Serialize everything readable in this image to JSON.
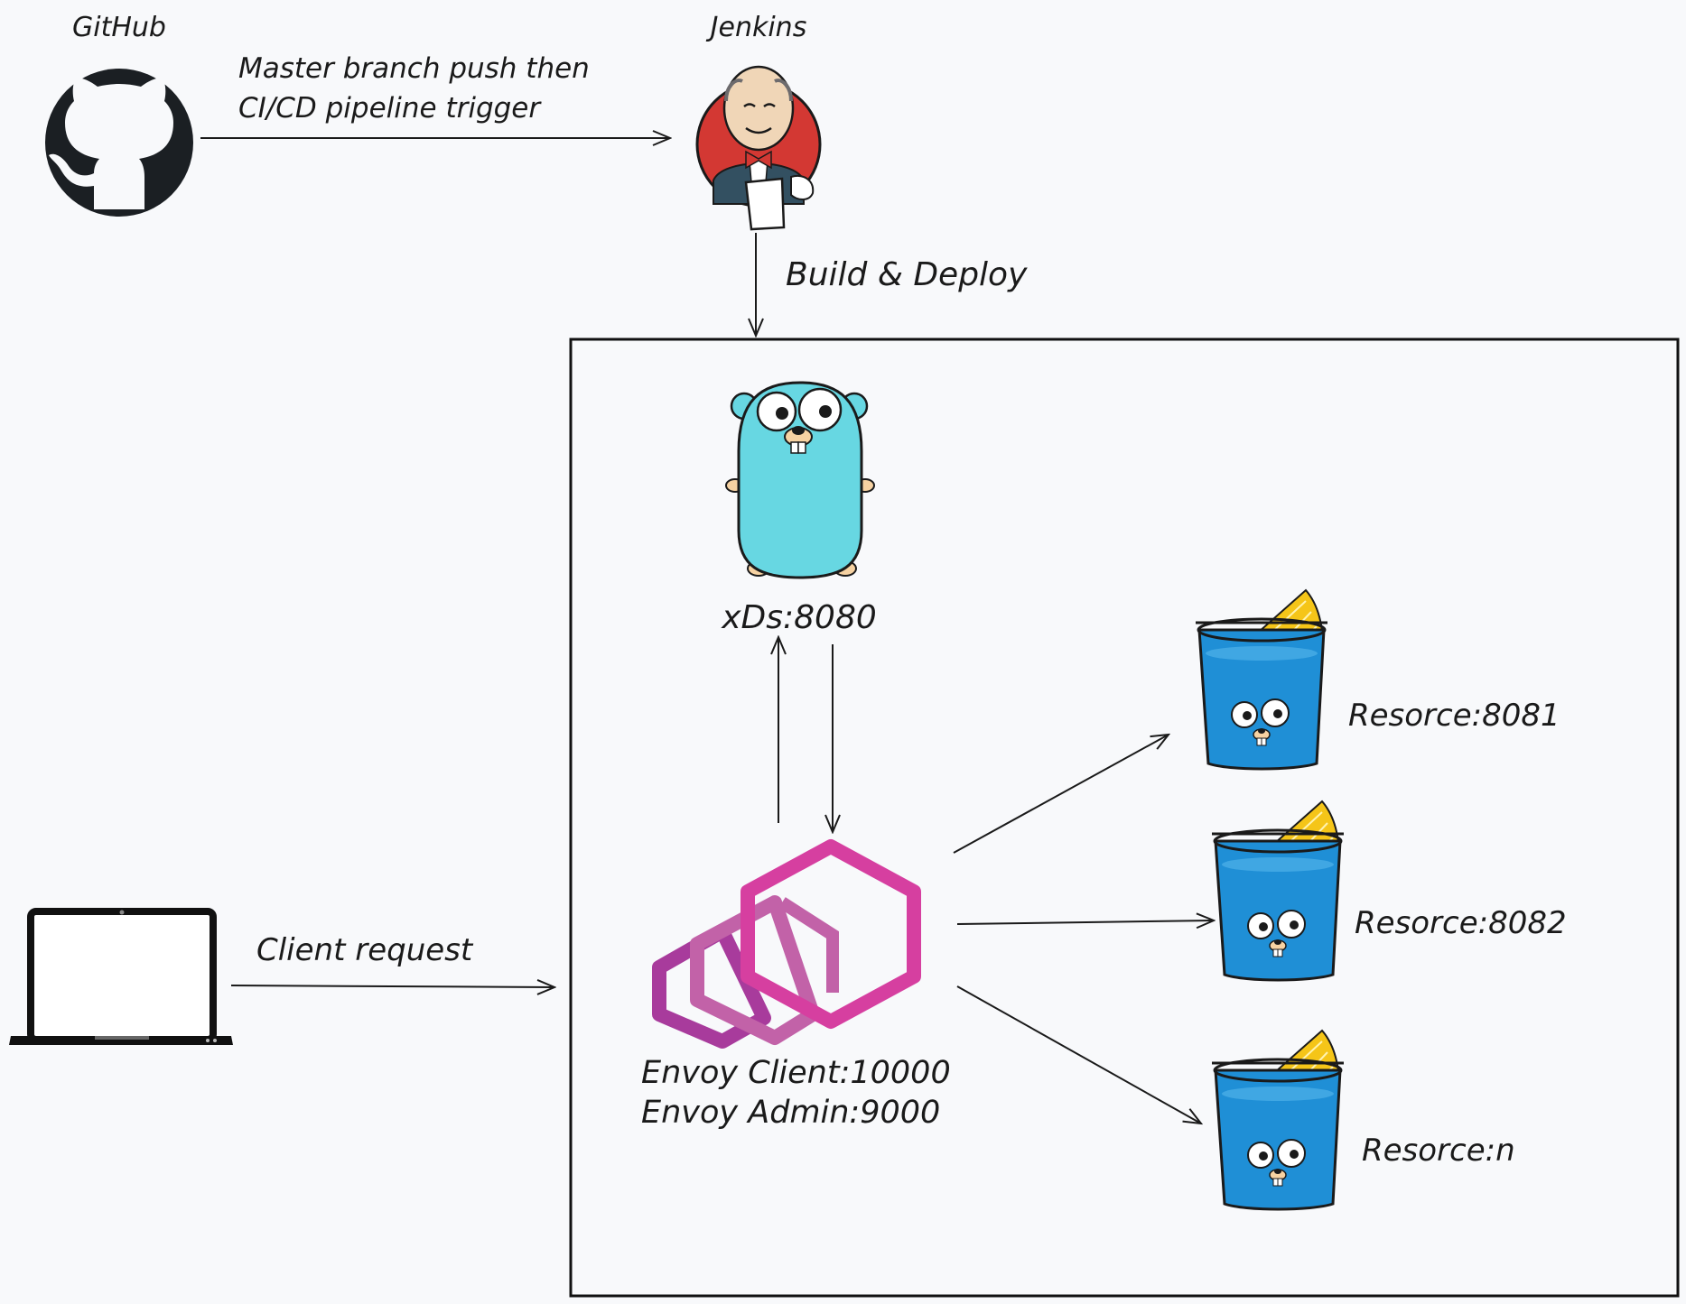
{
  "nodes": {
    "github": {
      "label": "GitHub",
      "icon": "github-icon"
    },
    "jenkins": {
      "label": "Jenkins",
      "icon": "jenkins-icon"
    },
    "xds": {
      "label": "xDs:8080",
      "icon": "go-gopher-icon"
    },
    "envoy": {
      "label_line1": "Envoy Client:10000",
      "label_line2": "Envoy Admin:9000",
      "icon": "envoy-icon"
    },
    "client": {
      "icon": "laptop-icon"
    },
    "resources": [
      {
        "label": "Resorce:8081",
        "icon": "gopher-glass-icon"
      },
      {
        "label": "Resorce:8082",
        "icon": "gopher-glass-icon"
      },
      {
        "label": "Resorce:n",
        "icon": "gopher-glass-icon"
      }
    ]
  },
  "edges": {
    "github_to_jenkins": {
      "line1": "Master branch push then",
      "line2": "CI/CD pipeline trigger"
    },
    "jenkins_to_cluster": {
      "label": "Build & Deploy"
    },
    "client_to_envoy": {
      "label": "Client request"
    }
  },
  "colors": {
    "background": "#f8f9fb",
    "stroke": "#1a1a1a",
    "envoy_magenta": "#d63fa0",
    "envoy_purple": "#a83b9c",
    "gopher_cyan": "#67d7e2",
    "glass_blue": "#1f8fd6",
    "lemon": "#f5c518",
    "jenkins_red": "#d33833"
  }
}
